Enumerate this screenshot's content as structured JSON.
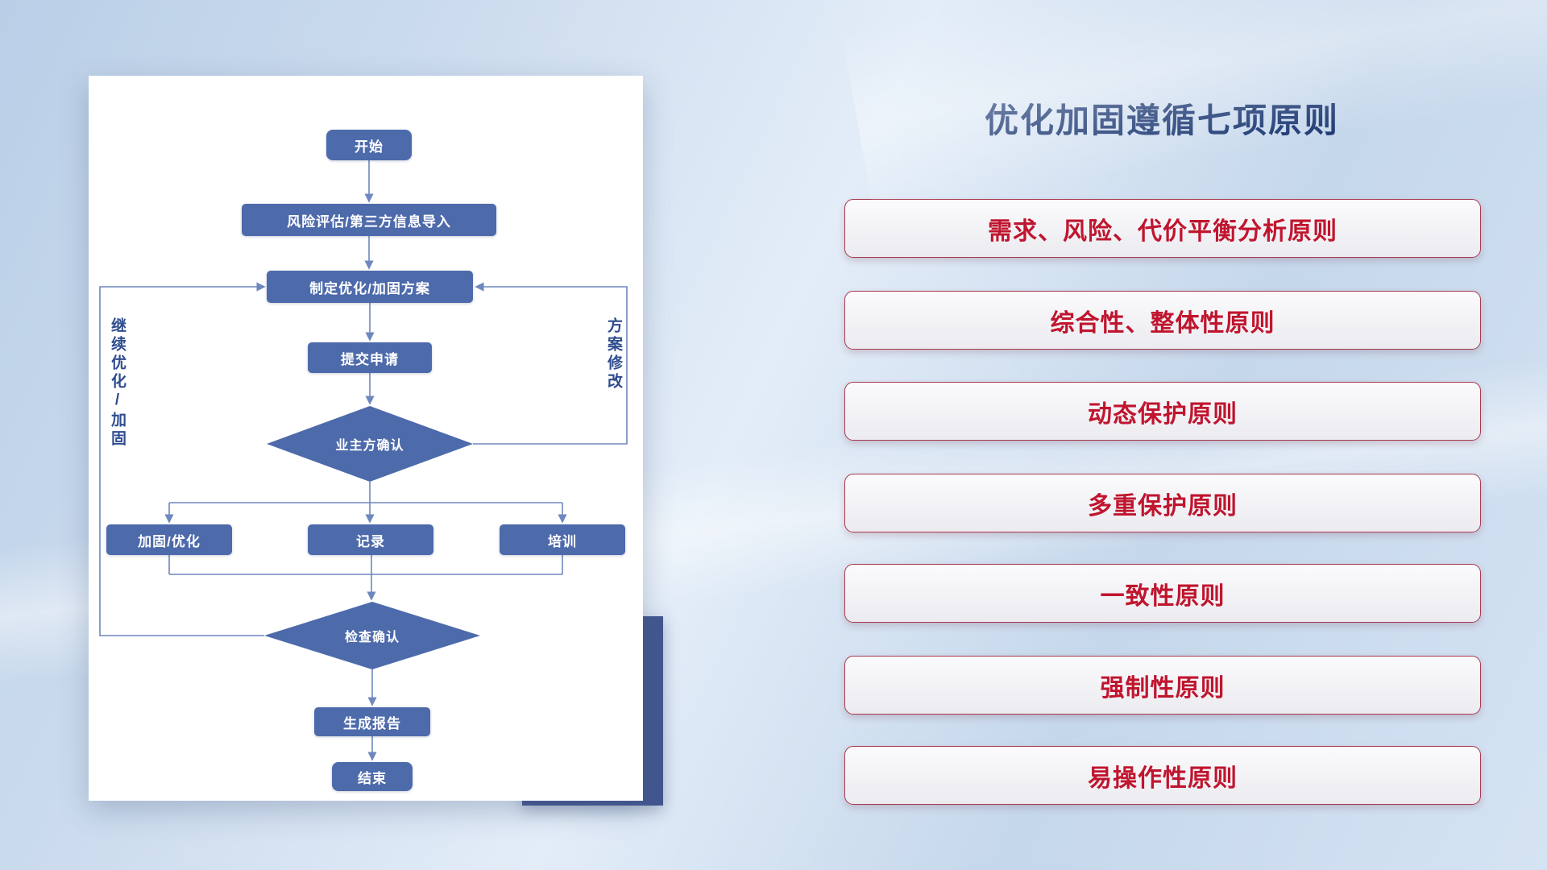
{
  "page": {
    "title": "优化加固遵循七项原则"
  },
  "flowchart": {
    "nodes": {
      "start": "开始",
      "risk_import": "风险评估/第三方信息导入",
      "make_plan": "制定优化/加固方案",
      "submit": "提交申请",
      "owner_confirm": "业主方确认",
      "reinforce": "加固/优化",
      "record": "记录",
      "training": "培训",
      "check_confirm": "检查确认",
      "report": "生成报告",
      "end": "结束"
    },
    "edge_labels": {
      "continue_loop": "继续优化/加固",
      "plan_modify": "方案修改"
    }
  },
  "principles": [
    "需求、风险、代价平衡分析原则",
    "综合性、整体性原则",
    "动态保护原则",
    "多重保护原则",
    "一致性原则",
    "强制性原则",
    "易操作性原则"
  ],
  "colors": {
    "node_fill": "#4d6aab",
    "connector": "#6e87be",
    "title": "#1e3a74",
    "principle_text": "#c0152e",
    "accent_rect": "#42578f"
  }
}
